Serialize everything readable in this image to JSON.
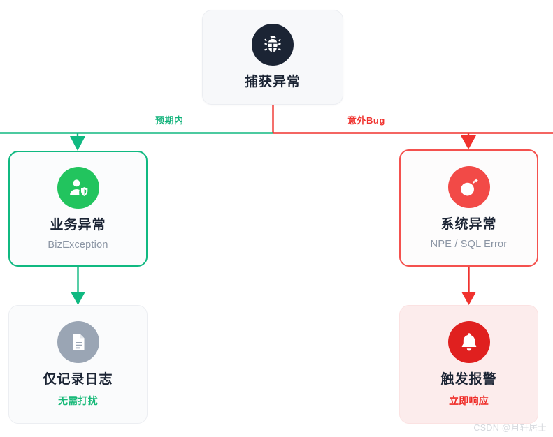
{
  "diagram": {
    "type": "flowchart",
    "background": "#ffffff",
    "nodes": [
      {
        "id": "root",
        "title": "捕获异常",
        "subtitle": "",
        "icon": "bug-icon",
        "icon_bg": "#1b2434",
        "card_bg": "#f7f8fa",
        "border": "#eceef2"
      },
      {
        "id": "biz",
        "title": "业务异常",
        "subtitle": "BizException",
        "icon": "user-shield-icon",
        "icon_bg": "#22c45e",
        "card_bg": "#fbfcfd",
        "border": "#10b981"
      },
      {
        "id": "sys",
        "title": "系统异常",
        "subtitle": "NPE / SQL Error",
        "icon": "bomb-icon",
        "icon_bg": "#f24a47",
        "card_bg": "#fdfcfc",
        "border": "#f4514e"
      },
      {
        "id": "log",
        "title": "仅记录日志",
        "subtitle": "无需打扰",
        "icon": "document-icon",
        "icon_bg": "#9aa5b4",
        "card_bg": "#fafbfc",
        "border": "#eceef2",
        "subtitle_color": "#17b978"
      },
      {
        "id": "alert",
        "title": "触发报警",
        "subtitle": "立即响应",
        "icon": "bell-icon",
        "icon_bg": "#e0201f",
        "card_bg": "#fcecec",
        "border": "#fbe2e2",
        "subtitle_color": "#ef2b26"
      }
    ],
    "edges": [
      {
        "id": "root-to-biz",
        "label": "预期内",
        "color": "#11b27a",
        "from": "root",
        "to": "biz"
      },
      {
        "id": "root-to-sys",
        "label": "意外Bug",
        "color": "#f0322e",
        "from": "root",
        "to": "sys"
      },
      {
        "id": "biz-to-log",
        "label": "",
        "color": "#11b27a",
        "from": "biz",
        "to": "log"
      },
      {
        "id": "sys-to-alert",
        "label": "",
        "color": "#f0322e",
        "from": "sys",
        "to": "alert"
      }
    ]
  },
  "watermark": {
    "text": "CSDN @月轩居士",
    "color": "#d6d9de"
  }
}
